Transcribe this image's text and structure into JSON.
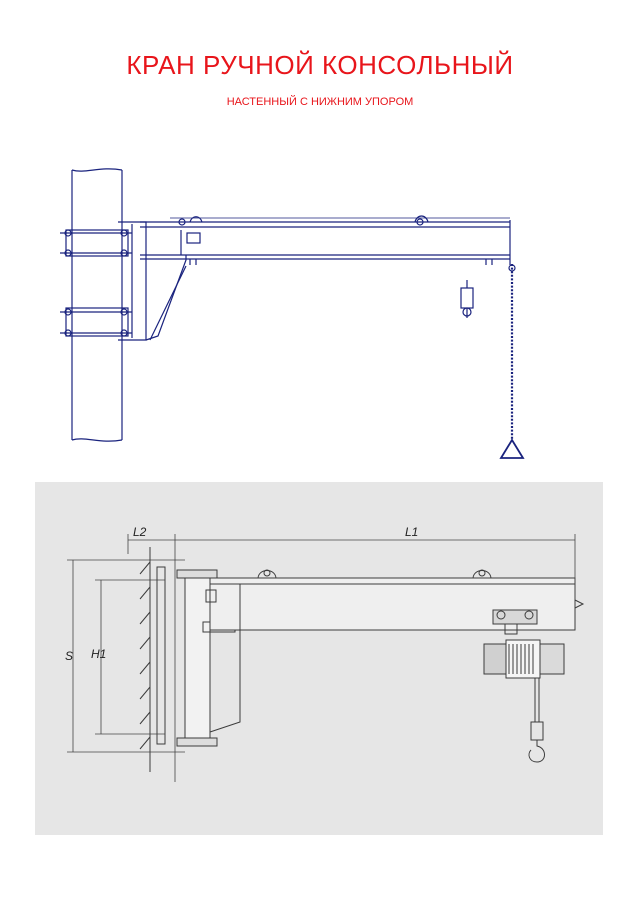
{
  "header": {
    "title": "КРАН РУЧНОЙ КОНСОЛЬНЫЙ",
    "subtitle": "НАСТЕННЫЙ С НИЖНИМ УПОРОМ"
  },
  "drawing2": {
    "dim_l1": "L1",
    "dim_l2": "L2",
    "dim_h1": "H1",
    "dim_s": "S"
  },
  "colors": {
    "title": "#e8151b",
    "drawing_line": "#1a237e",
    "panel_bg": "#e6e6e6"
  }
}
